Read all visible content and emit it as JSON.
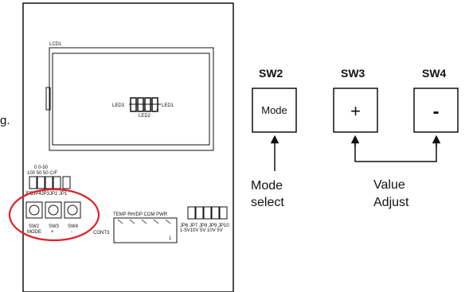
{
  "left_fragment": "g.",
  "board": {
    "lcd_label": "LCD1",
    "led_left_label": "LED3",
    "led_right_label": "LED1",
    "led_bottom_label": "LED2",
    "jumper_row1": "0   0-50",
    "jumper_row2": "100 50 50   C/F",
    "jumper_labels": "JP5JP4JP3JP2 JP1",
    "switch_names": [
      "SW2",
      "SW3",
      "SW4"
    ],
    "switch_sublabels": [
      "MODE",
      "+",
      "-"
    ],
    "terminal_header": "TEMP RH/DP COM PWR",
    "terminal_label": "CONT3",
    "terminal_pin": "1",
    "jp_right_row1": "JP6 JP7 JP8 JP9 JP10",
    "jp_right_row2": "1-5V10V 5V 10V 5V"
  },
  "buttons": [
    {
      "name": "SW2",
      "face": "Mode"
    },
    {
      "name": "SW3",
      "face": "+"
    },
    {
      "name": "SW4",
      "face": "-"
    }
  ],
  "descriptions": {
    "mode_line1": "Mode",
    "mode_line2": "select",
    "value_line1": "Value",
    "value_line2": "Adjust"
  },
  "colors": {
    "highlight": "#e0202a",
    "ink": "#111111"
  }
}
